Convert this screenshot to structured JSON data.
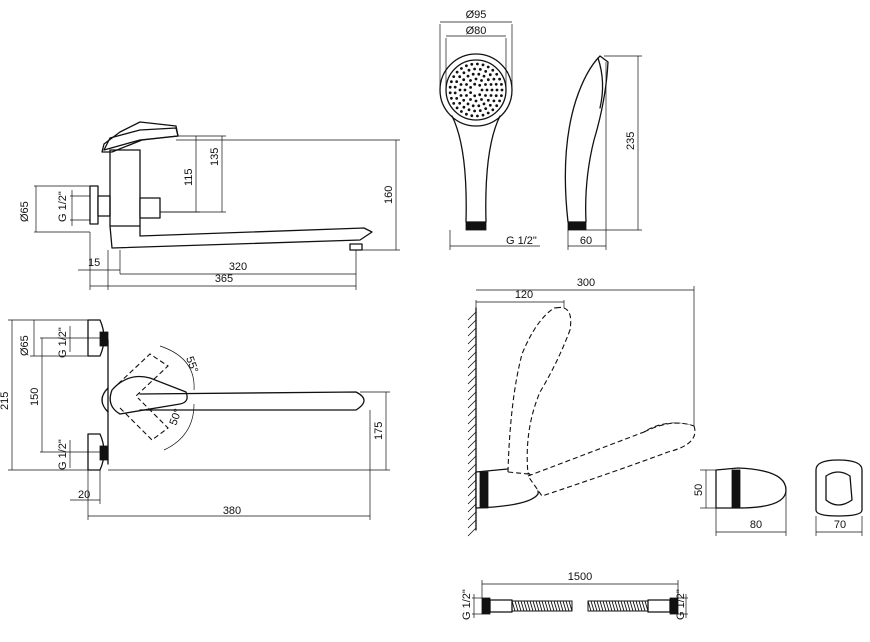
{
  "labels": {
    "side_dia_65": "Ø65",
    "side_g12": "G 1/2\"",
    "side_115": "115",
    "side_135": "135",
    "side_160": "160",
    "side_15": "15",
    "side_320": "320",
    "side_365": "365",
    "top_dia_65": "Ø65",
    "top_g12_a": "G 1/2\"",
    "top_g12_b": "G 1/2\"",
    "top_215": "215",
    "top_150": "150",
    "top_175": "175",
    "top_55": "55°",
    "top_50": "50°",
    "top_20": "20",
    "top_380": "380",
    "head_95": "Ø95",
    "head_80": "Ø80",
    "head_g12": "G 1/2\"",
    "head_235": "235",
    "head_60": "60",
    "wall_300": "300",
    "wall_120": "120",
    "holder_50": "50",
    "holder_80": "80",
    "holder_70": "70",
    "hose_1500": "1500",
    "hose_g12_left": "G 1/2\"",
    "hose_g12_right": "G 1/2\""
  }
}
